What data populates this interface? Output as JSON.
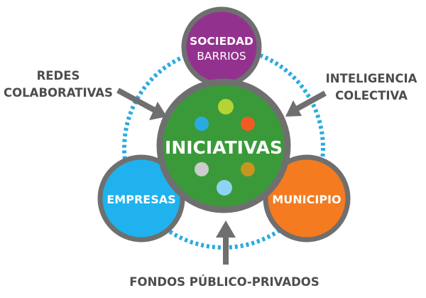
{
  "colors": {
    "dots": "#29abe2",
    "ring": "#6f6f6f",
    "arrow": "#6f6f6f",
    "label_text": "#4d4d4d",
    "center_fill": "#3a9a3a",
    "top_fill": "#93328e",
    "left_fill": "#1fb2ee",
    "right_fill": "#f47b20",
    "node_text": "#ffffff",
    "marble_green": "#b5d334",
    "marble_red": "#f15a24",
    "marble_blue": "#29abe2",
    "marble_grey": "#cccccc",
    "marble_gold": "#c8961e",
    "marble_lightblue": "#8fd3f4"
  },
  "center": {
    "label": "INICIATIVAS"
  },
  "nodes": {
    "top": {
      "line1": "SOCIEDAD",
      "line2": "BARRIOS"
    },
    "left": {
      "label": "EMPRESAS"
    },
    "right": {
      "label": "MUNICIPIO"
    }
  },
  "inputs": {
    "left": {
      "line1": "REDES",
      "line2": "COLABORATIVAS"
    },
    "right": {
      "line1": "INTELIGENCIA",
      "line2": "COLECTIVA"
    },
    "bottom": {
      "label": "FONDOS PÚBLICO-PRIVADOS"
    }
  },
  "marble_icons": [
    "marble-green",
    "marble-red",
    "marble-gold",
    "marble-lightblue",
    "marble-grey",
    "marble-blue"
  ]
}
